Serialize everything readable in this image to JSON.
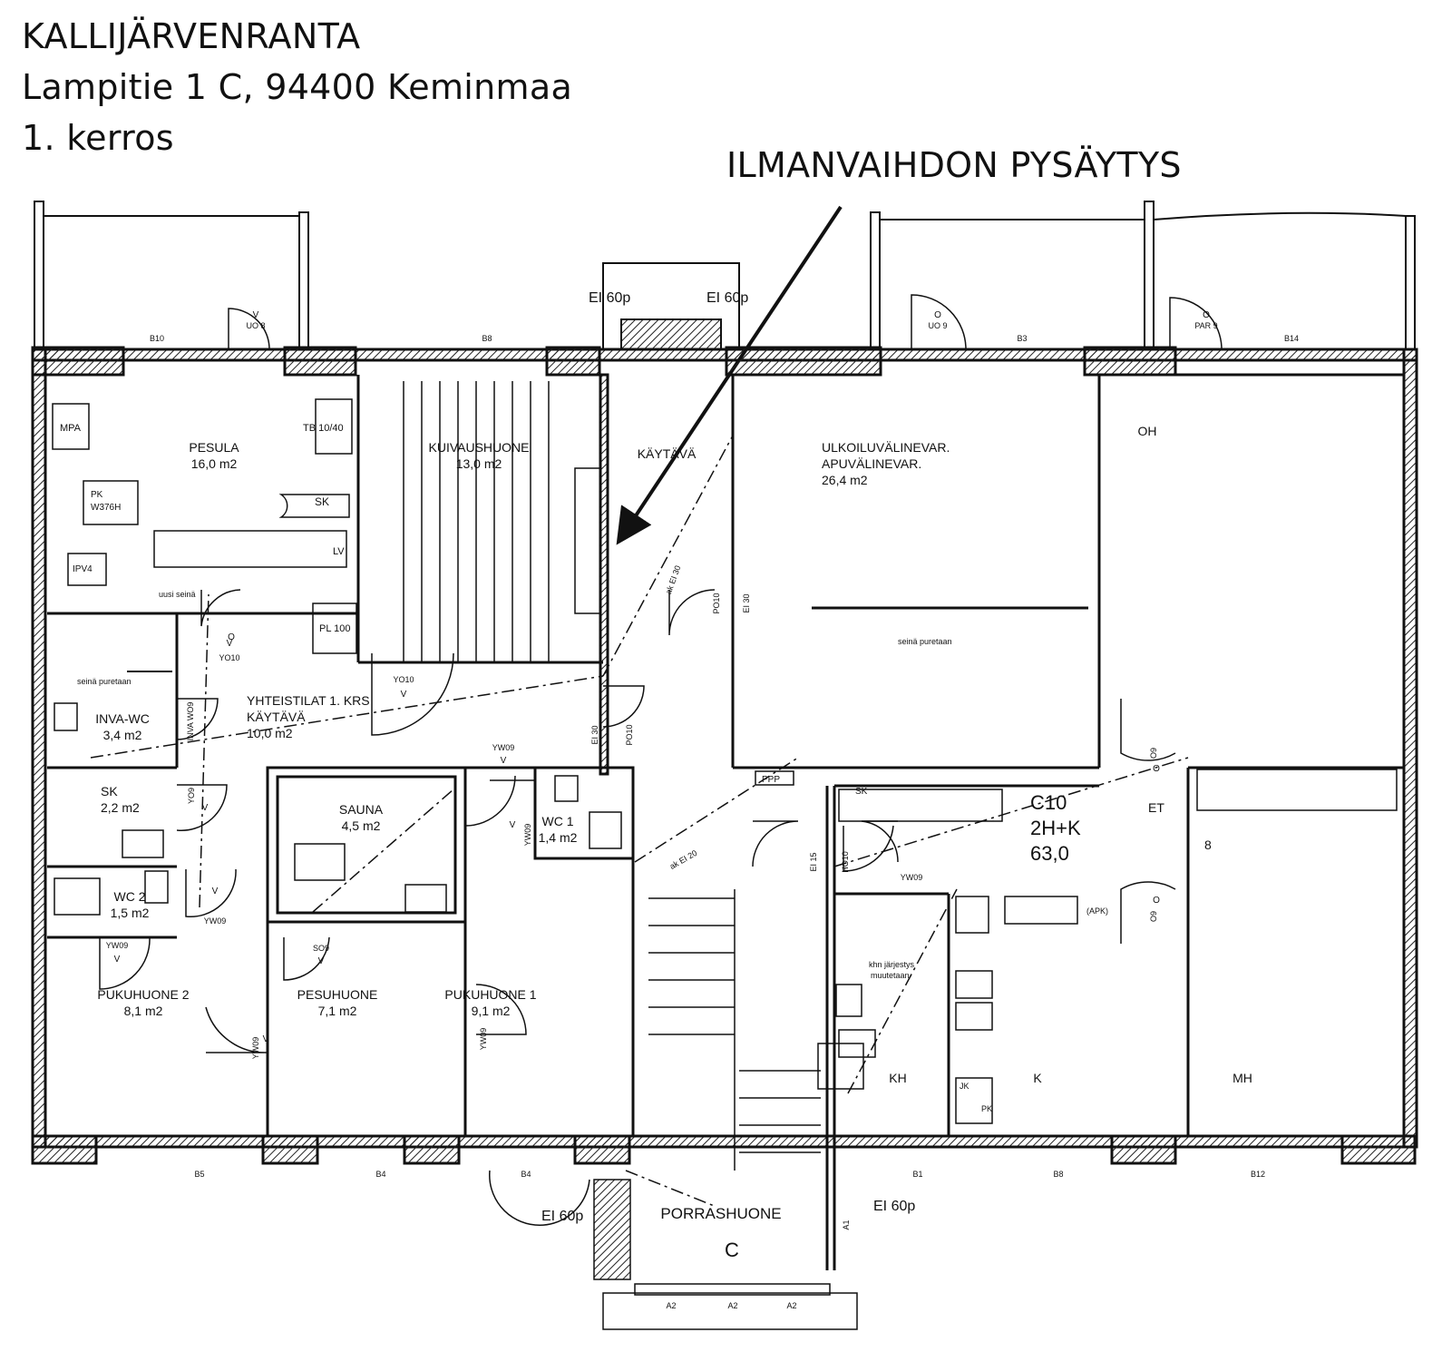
{
  "header": {
    "title": "KALLIJÄRVENRANTA",
    "address": "Lampitie 1 C, 94400 Keminmaa",
    "floor": "1. kerros"
  },
  "annotation": "ILMANVAIHDON PYSÄYTYS",
  "rooms": [
    {
      "id": "pesula",
      "name": "PESULA",
      "area": "16,0 m2"
    },
    {
      "id": "kuivaushuone",
      "name": "KUIVAUSHUONE",
      "area": "13,0 m2"
    },
    {
      "id": "kaytava-top",
      "name": "KÄYTÄVÄ",
      "area": ""
    },
    {
      "id": "ulkoilu",
      "name": "ULKOILUVÄLINEVAR.",
      "name2": "APUVÄLINEVAR.",
      "area": "26,4 m2"
    },
    {
      "id": "oh",
      "name": "OH",
      "area": ""
    },
    {
      "id": "inva-wc",
      "name": "INVA-WC",
      "area": "3,4 m2"
    },
    {
      "id": "yhteistilat",
      "name": "YHTEISTILAT 1. KRS",
      "name2": "KÄYTÄVÄ",
      "area": "10,0 m2"
    },
    {
      "id": "sk",
      "name": "SK",
      "area": "2,2 m2"
    },
    {
      "id": "sauna",
      "name": "SAUNA",
      "area": "4,5 m2"
    },
    {
      "id": "wc1",
      "name": "WC 1",
      "area": "1,4 m2"
    },
    {
      "id": "wc2",
      "name": "WC 2",
      "area": "1,5 m2"
    },
    {
      "id": "pukuhuone2",
      "name": "PUKUHUONE 2",
      "area": "8,1 m2"
    },
    {
      "id": "pesuhuone",
      "name": "PESUHUONE",
      "area": "7,1 m2"
    },
    {
      "id": "pukuhuone1",
      "name": "PUKUHUONE 1",
      "area": "9,1 m2"
    },
    {
      "id": "porrashuone",
      "name": "PORRASHUONE",
      "area": ""
    },
    {
      "id": "kh",
      "name": "KH",
      "area": ""
    },
    {
      "id": "k",
      "name": "K",
      "area": ""
    },
    {
      "id": "mh",
      "name": "MH",
      "area": ""
    },
    {
      "id": "et",
      "name": "ET",
      "area": ""
    }
  ],
  "apartment": {
    "code": "C10",
    "type": "2H+K",
    "area": "63,0"
  },
  "labels": {
    "fire_top_left": "EI 60p",
    "fire_top_right": "EI 60p",
    "fire_bottom_left": "EI 60p",
    "fire_bottom_right": "EI 60p",
    "stair_c": "C",
    "seina_puretaan_1": "seinä puretaan",
    "seina_puretaan_2": "seinä puretaan",
    "uusi_seina": "uusi seinä",
    "khn_jarjestys": "khn järjestys",
    "muutetaan": "muutetaan",
    "mpa": "MPA",
    "tb": "TB 10/40",
    "sk_fix": "SK",
    "pk": "PK",
    "w376h": "W376H",
    "lv": "LV",
    "ipv4": "IPV4",
    "pl100": "PL 100",
    "ppp": "PPP",
    "sk2": "SK",
    "apk": "(APK)",
    "jk": "JK",
    "pk2": "PK",
    "ak_ei30": "ak EI 30",
    "ak_ei20": "ak EI 20",
    "po10_a": "PO10",
    "po10_b": "PO10",
    "ei30_a": "EI 30",
    "ei30_b": "EI 30",
    "ei15": "EI 15",
    "ho10": "HO10",
    "ov8": "8"
  },
  "windows": [
    "B10",
    "B8",
    "B3",
    "B14",
    "B5",
    "B4",
    "B4",
    "B1",
    "B8",
    "B12"
  ],
  "doors_top": [
    {
      "code": "UO 8",
      "mark": "V"
    },
    {
      "code": "UO 9",
      "mark": "O"
    },
    {
      "code": "PAR 9",
      "mark": "O"
    }
  ],
  "doors": [
    "YO10",
    "YO10",
    "YW09",
    "YW09",
    "YW09",
    "YO9",
    "SO9",
    "YW09",
    "YW09",
    "YW09",
    "YW09",
    "O9",
    "O9",
    "INVA WO9"
  ],
  "door_marks": [
    "V",
    "V",
    "V",
    "V",
    "V",
    "V",
    "V",
    "V",
    "V",
    "O",
    "O",
    "O"
  ],
  "bottom_marks": [
    "A2",
    "A2",
    "A2",
    "A1"
  ]
}
